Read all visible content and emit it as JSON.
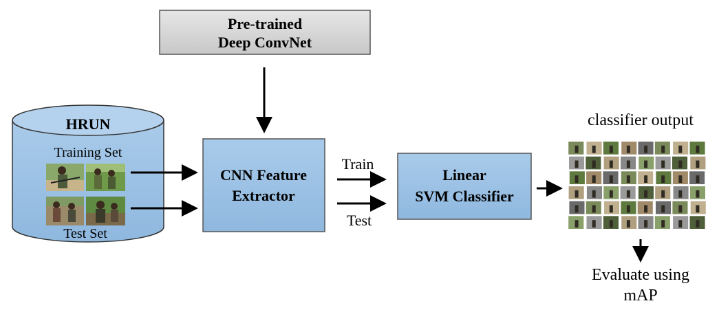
{
  "pretrained": {
    "line1": "Pre-trained",
    "line2": "Deep ConvNet"
  },
  "database": {
    "title": "HRUN",
    "training_label": "Training Set",
    "test_label": "Test Set"
  },
  "extractor": {
    "line1": "CNN Feature",
    "line2": "Extractor"
  },
  "svm": {
    "line1": "Linear",
    "line2": "SVM Classifier"
  },
  "flow": {
    "train_label": "Train",
    "test_label": "Test"
  },
  "output": {
    "title": "classifier output",
    "evaluate_line1": "Evaluate using",
    "evaluate_line2": "mAP"
  },
  "colors": {
    "box_blue": "#9dc3e6",
    "box_gray": "#d9d9d9",
    "stroke": "#333333"
  }
}
